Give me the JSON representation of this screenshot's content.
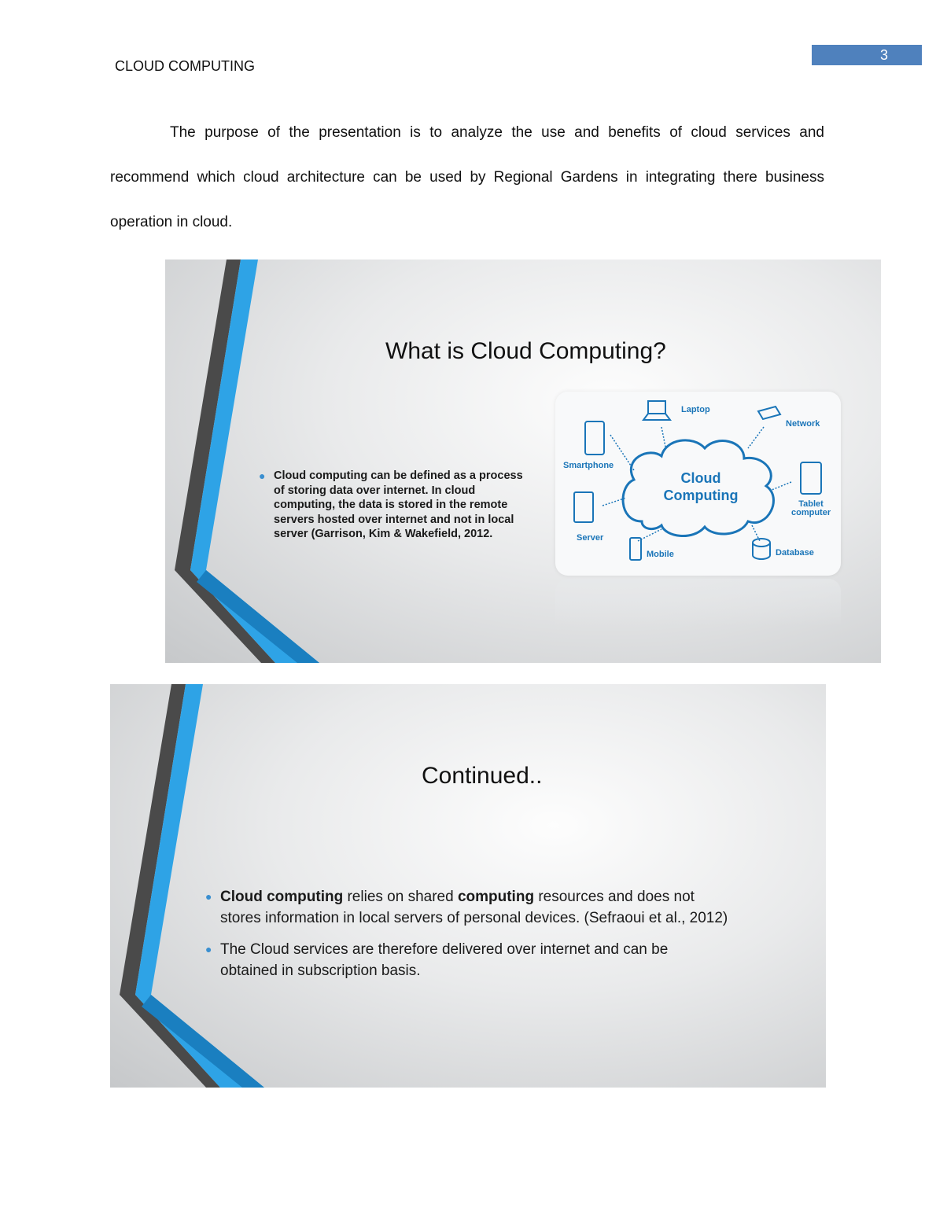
{
  "header": {
    "running_head": "CLOUD COMPUTING",
    "page_number": "3"
  },
  "body": {
    "paragraph": "The purpose of the presentation is to analyze the use and benefits of cloud services and recommend which cloud architecture can be used by Regional Gardens in integrating there business operation in cloud."
  },
  "slide1": {
    "title": "What is Cloud Computing?",
    "bullet_lines": [
      "Cloud computing can be defined as a process",
      "of storing data over internet. In cloud",
      "computing, the data is stored in the remote",
      "servers hosted  over internet and not in local",
      "server (Garrison, Kim & Wakefield,  2012."
    ],
    "diagram": {
      "center": [
        "Cloud",
        "Computing"
      ],
      "labels": {
        "laptop": "Laptop",
        "network": "Network",
        "smartphone": "Smartphone",
        "tablet": [
          "Tablet",
          "computer"
        ],
        "server": "Server",
        "mobile": "Mobile",
        "database": "Database"
      },
      "accent": "#1a75b8"
    }
  },
  "slide2": {
    "title": "Continued..",
    "bullet1": {
      "b1": "Cloud computing",
      "t1": " relies on shared ",
      "b2": "computing",
      "t2": " resources and does not",
      "line2": "stores information in local servers of personal devices. (Sefraoui et al., 2012)"
    },
    "bullet2": [
      "The Cloud services are therefore delivered over internet and can be",
      "obtained in subscription basis."
    ]
  },
  "colors": {
    "page_number_bg": "#4f81bd",
    "stripe_dark": "#4a4a4a",
    "stripe_blue": "#2ea3e6"
  }
}
